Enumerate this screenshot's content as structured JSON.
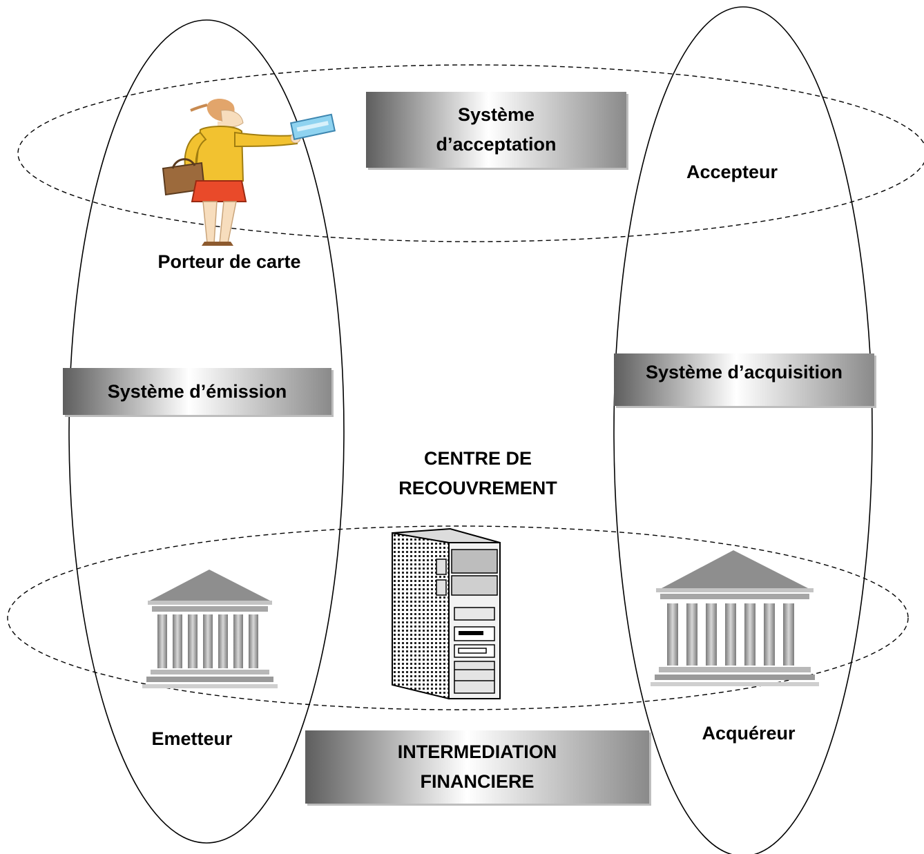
{
  "boxes": {
    "acceptance": "Système d’acceptation",
    "issuing": "Système d’émission",
    "acquisition": "Système d’acquisition",
    "intermediation_line1": "INTERMEDIATION",
    "intermediation_line2": "FINANCIERE"
  },
  "labels": {
    "cardholder": "Porteur de carte",
    "acceptor": "Accepteur",
    "center_line1": "CENTRE DE",
    "center_line2": "RECOUVREMENT",
    "issuer": "Emetteur",
    "acquirer": "Acquéreur"
  },
  "icons": {
    "cardholder": "woman-holding-card-icon",
    "issuer_bank": "bank-building-icon",
    "acquirer_bank": "bank-building-icon",
    "server": "server-tower-icon"
  },
  "colors": {
    "box_dark": "#5e5e5e",
    "box_light": "#ffffff",
    "jacket": "#f2c230",
    "skirt": "#e94a2a",
    "card": "#8fd3f0"
  }
}
